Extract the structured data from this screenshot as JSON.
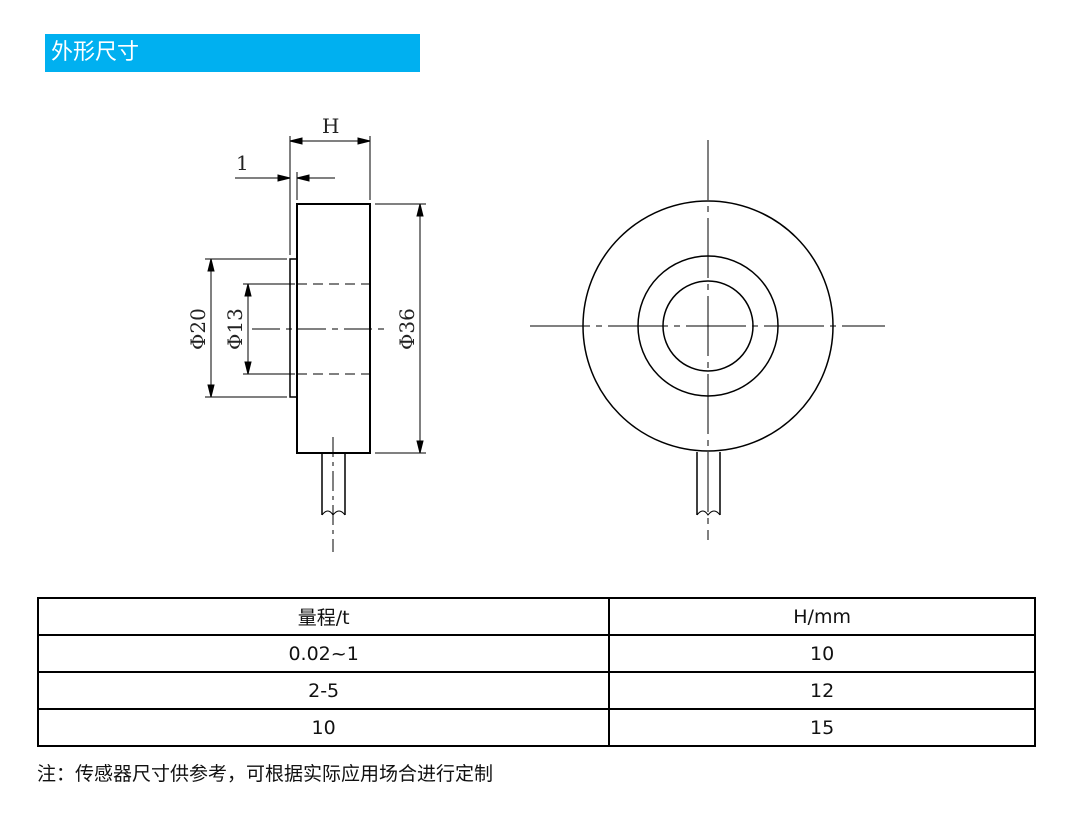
{
  "section_title": "外形尺寸",
  "drawing": {
    "labels": {
      "height": "H",
      "flange": "1",
      "d20": "Φ20",
      "d13": "Φ13",
      "d36": "Φ36"
    }
  },
  "table": {
    "headers": [
      "量程/t",
      "H/mm"
    ],
    "rows": [
      [
        "0.02~1",
        "10"
      ],
      [
        "2-5",
        "12"
      ],
      [
        "10",
        "15"
      ]
    ]
  },
  "note": "注：传感器尺寸供参考，可根据实际应用场合进行定制"
}
